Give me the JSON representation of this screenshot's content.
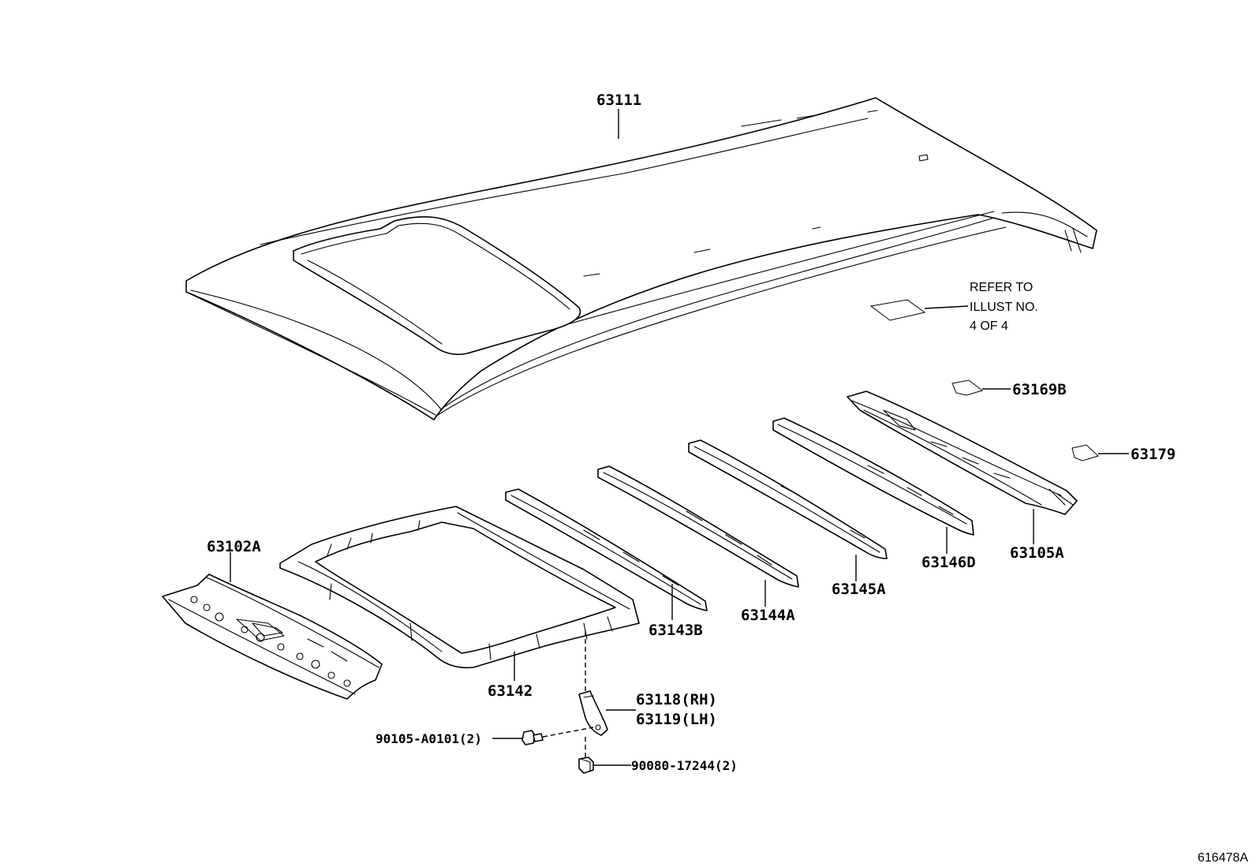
{
  "parts": {
    "roof_panel": "63111",
    "sunroof_frame": "63142",
    "rear_header": "63102A",
    "roof_bow_1": "63143B",
    "roof_bow_2": "63144A",
    "roof_bow_3": "63145A",
    "roof_bow_4": "63146D",
    "front_header": "63105A",
    "bracket_plate_1": "63169B",
    "bracket_plate_2": "63179",
    "bracket_rh": "63118(RH)",
    "bracket_lh": "63119(LH)",
    "bolt": "90105-A0101(2)",
    "nut": "90080-17244(2)"
  },
  "refer_note": {
    "line1": "REFER TO",
    "line2": "ILLUST NO.",
    "line3": "4 OF 4"
  },
  "illustration_id": "616478A"
}
